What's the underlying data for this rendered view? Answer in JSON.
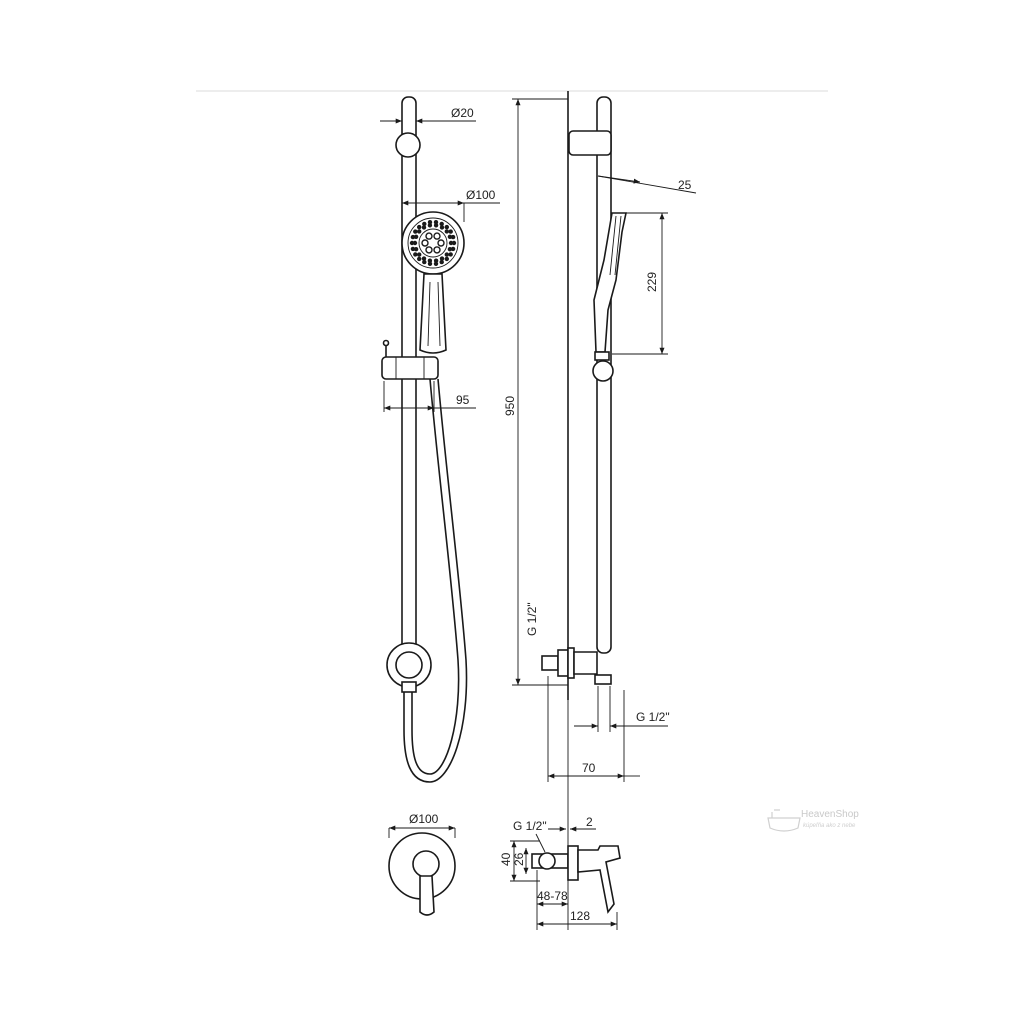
{
  "dimensions": {
    "rail_diameter": "Ø20",
    "handshower_diameter": "Ø100",
    "slider_offset": "95",
    "rail_length": "950",
    "inlet_thread_left": "G 1/2\"",
    "head_angle": "25",
    "handshower_length": "229",
    "outlet_thread_right": "G 1/2\"",
    "outlet_projection": "70",
    "mixer_rosette_diameter": "Ø100",
    "mixer_inlet_thread": "G 1/2\"",
    "mixer_offset": "2",
    "mixer_height_outer": "40",
    "mixer_height_inner": "26",
    "mixer_wall_depth": "48-78",
    "mixer_total_depth": "128"
  },
  "watermark": {
    "brand": "HeavenShop",
    "tagline": "kúpeľňa ako z nebe"
  }
}
